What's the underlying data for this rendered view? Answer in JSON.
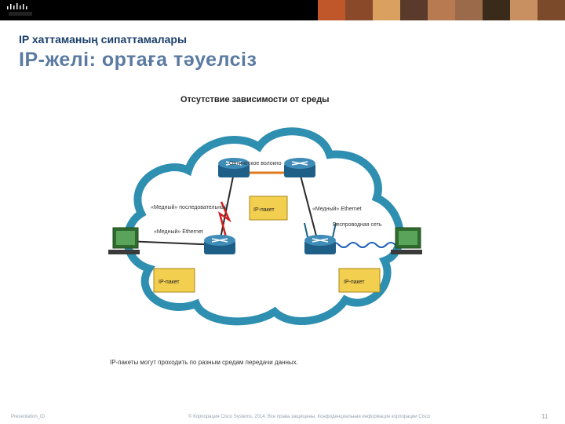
{
  "header": {
    "subtitle": "IP хаттаманың сипаттамалары",
    "title": "IP-желі: ортаға тәуелсіз"
  },
  "diagram": {
    "caption": "Отсутствие зависимости от среды",
    "labels": {
      "fiber": "Оптическое волокно",
      "copper_serial": "«Медный» последовательный",
      "copper_ethernet_left": "«Медный» Ethernet",
      "copper_ethernet_right": "«Медный» Ethernet",
      "wireless": "Беспроводная сеть"
    },
    "packets": [
      "IP-пакет",
      "IP-пакет",
      "IP-пакет"
    ],
    "note": "IP-пакеты могут проходить по разным средам передачи данных."
  },
  "footer": {
    "left": "Presentation_ID",
    "center": "© Корпорация Cisco Systems, 2014. Все права защищены.   Конфиденциальная информация корпорации Cisco",
    "page": "11"
  },
  "colors": {
    "cloud_outline": "#2f8fb0",
    "router": "#1d5f86",
    "packet": "#f3cf4f",
    "fiber_link": "#e07a20",
    "serial_link": "#d02020",
    "ethernet_link": "#2a2a2a",
    "wireless_link": "#1a5fb4",
    "title_text": "#5a7aa2"
  }
}
